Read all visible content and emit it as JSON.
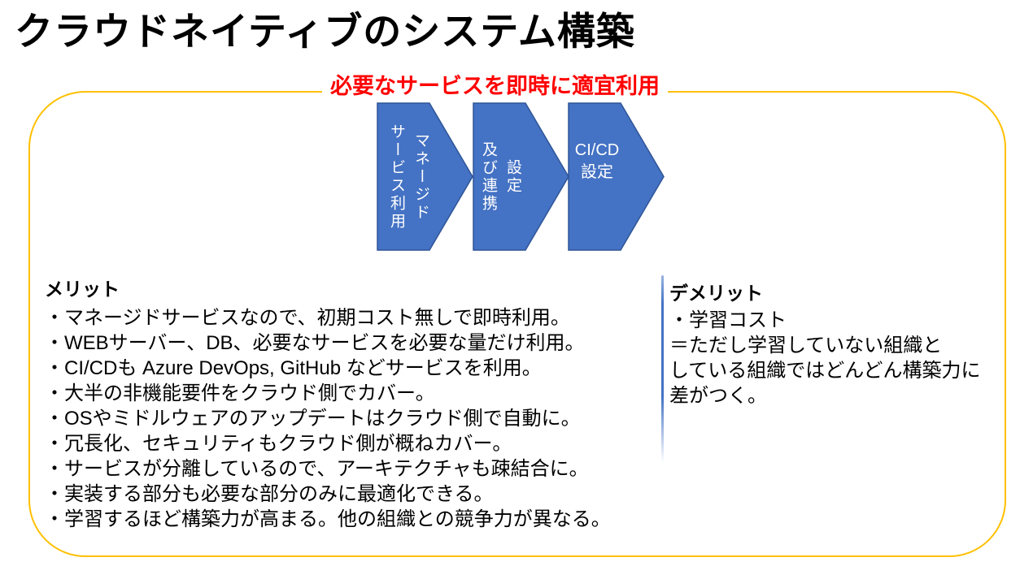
{
  "slide": {
    "title": "クラウドネイティブのシステム構築",
    "callout": "必要なサービスを即時に適宜利用",
    "process_arrows": [
      {
        "label": "マネージド\nサービス利用"
      },
      {
        "label": "設定\n及び連携"
      },
      {
        "label": "CI/CD\n設定"
      }
    ],
    "merits": {
      "heading": "メリット",
      "items": [
        "・マネージドサービスなので、初期コスト無しで即時利用。",
        "・WEBサーバー、DB、必要なサービスを必要な量だけ利用。",
        "・CI/CDも Azure DevOps, GitHub などサービスを利用。",
        "・大半の非機能要件をクラウド側でカバー。",
        "・OSやミドルウェアのアップデートはクラウド側で自動に。",
        "・冗長化、セキュリティもクラウド側が概ねカバー。",
        "・サービスが分離しているので、アーキテクチャも疎結合に。",
        "・実装する部分も必要な部分のみに最適化できる。",
        "・学習するほど構築力が高まる。他の組織との競争力が異なる。"
      ]
    },
    "demerits": {
      "heading": "デメリット",
      "lines": [
        "・学習コスト",
        "＝ただし学習していない組織と",
        "している組織ではどんどん構築力に",
        "差がつく。"
      ]
    },
    "colors": {
      "arrow_fill": "#4472C4",
      "arrow_border": "#2F5597",
      "frame_border": "#FFC000",
      "callout_red": "#FF0000",
      "divider_blue": "#4472C4"
    }
  }
}
